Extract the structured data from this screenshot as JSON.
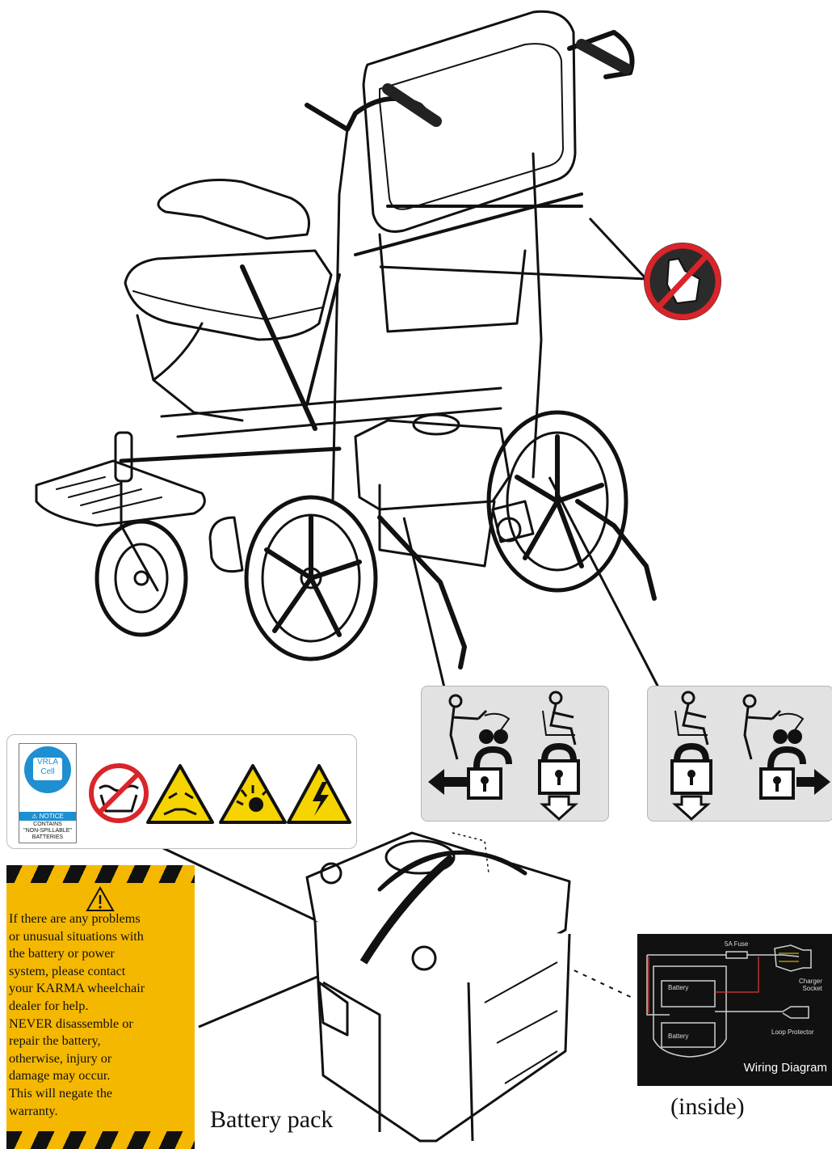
{
  "battery_label": {
    "vrla_line1": "VRLA",
    "vrla_line2": "Cell",
    "notice": "NOTICE",
    "contains": [
      "CONTAINS",
      "\"NON-SPILLABLE\"",
      "BATTERIES"
    ]
  },
  "warning_panel": {
    "lines": [
      "If there are any problems",
      "or unusual situations with",
      "the battery or power",
      "system, please contact",
      "your KARMA wheelchair",
      "dealer for help.",
      "NEVER disassemble or",
      "repair the battery,",
      "otherwise, injury or",
      "damage may occur.",
      "This will negate the",
      "warranty."
    ]
  },
  "captions": {
    "battery_pack": "Battery pack",
    "inside": "(inside)"
  },
  "wiring_diagram": {
    "title": "Wiring Diagram",
    "fuse": "5A Fuse",
    "battery_top": "Battery",
    "battery_bottom": "Battery",
    "charger_line1": "Charger",
    "charger_line2": "Socket",
    "loop_protector": "Loop Protector"
  },
  "colors": {
    "warning_yellow": "#f5b800",
    "prohibition_red": "#d9242a",
    "vrla_blue": "#1e8fd0",
    "card_grey": "#e2e2e2"
  }
}
